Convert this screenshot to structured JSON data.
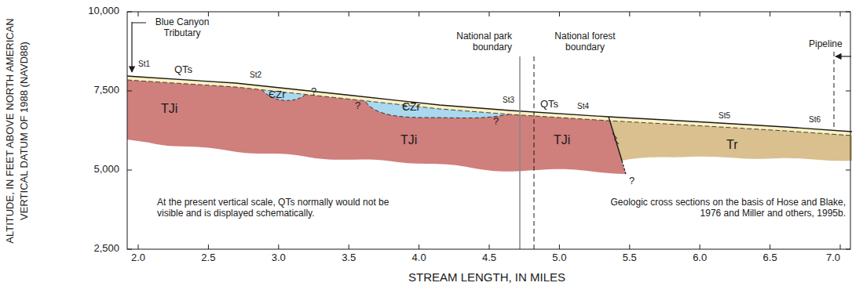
{
  "diagram": {
    "labels": [
      "10,000",
      "7,500",
      "5,000",
      "2,500",
      "2.0",
      "2.5",
      "3.0",
      "3.5",
      "4.0",
      "4.5",
      "5.0",
      "5.5",
      "6.0",
      "6.5",
      "7.0",
      "ALTITUDE, IN FEET ABOVE NORTH AMERICAN VERTICAL DATUM OF 1988 (NAVD88)",
      "STREAM LENGTH, IN MILES",
      "Blue Canyon Tributary",
      "National park boundary",
      "National forest boundary",
      "Pipeline",
      "St1",
      "St2",
      "St3",
      "St4",
      "St5",
      "St6",
      "QTs",
      "QTs",
      "TJi",
      "TJi",
      "TJi",
      "ЄZr",
      "ЄZr",
      "Tr",
      "?",
      "?",
      "?",
      "?",
      "At the present vertical scale, QTs normally would not be visible and is displayed schematically.",
      "Geologic cross sections on the basis of Hose and Blake, 1976 and Miller and others, 1995b."
    ]
  }
}
